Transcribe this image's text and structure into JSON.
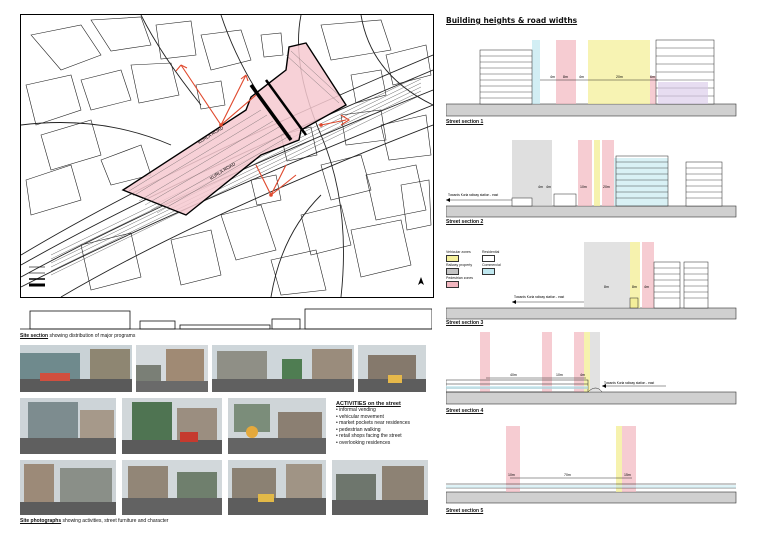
{
  "header": {
    "title": "Building heights & road widths"
  },
  "site_section": {
    "bold": "Site section",
    "rest": " showing distribution of major programs"
  },
  "site_photos": {
    "bold": "Site photographs",
    "rest": " showing activities, street furniture and character"
  },
  "activities": {
    "title": "ACTIVITIES on the street",
    "items": [
      "informal vending",
      "vehicular movement",
      "market pockets near residences",
      "pedestrian walking",
      "retail shops facing the street",
      "overlooking residences"
    ]
  },
  "map_labels": {
    "road_1": "KURLA ROAD",
    "road_2": "KURLA ROAD"
  },
  "sections": [
    {
      "label": "Street section 1",
      "dims": [
        "4m",
        "8m",
        "4m",
        "20m",
        "6m"
      ]
    },
    {
      "label": "Street section 2",
      "annotation": "Towards Kurla railway station - east",
      "dims": [
        "4m",
        "4m",
        "10m",
        "20m"
      ]
    },
    {
      "label": "Street section 3",
      "annotation": "Towards Kurla railway station - east",
      "dims": [
        "8m",
        "8m",
        "4m"
      ]
    },
    {
      "label": "Street section 4",
      "annotation": "Towards Kurla railway station - east",
      "dims": [
        "40m",
        "10m",
        "4m"
      ]
    },
    {
      "label": "Street section 5",
      "dims": [
        "10m",
        "70m",
        "15m"
      ]
    }
  ],
  "legend": [
    "Vehicular zones",
    "Residential",
    "Railway property",
    "Commercial",
    "Pedestrian zones"
  ],
  "colors": {
    "vehicular": "#f4ef9a",
    "residential": "#ffffff",
    "railway": "#c5c5c5",
    "commercial": "#bfe7ef",
    "pedestrian": "#f2b6bf",
    "station_fill": "#f6c9d0",
    "arrows": "#e0482c"
  }
}
